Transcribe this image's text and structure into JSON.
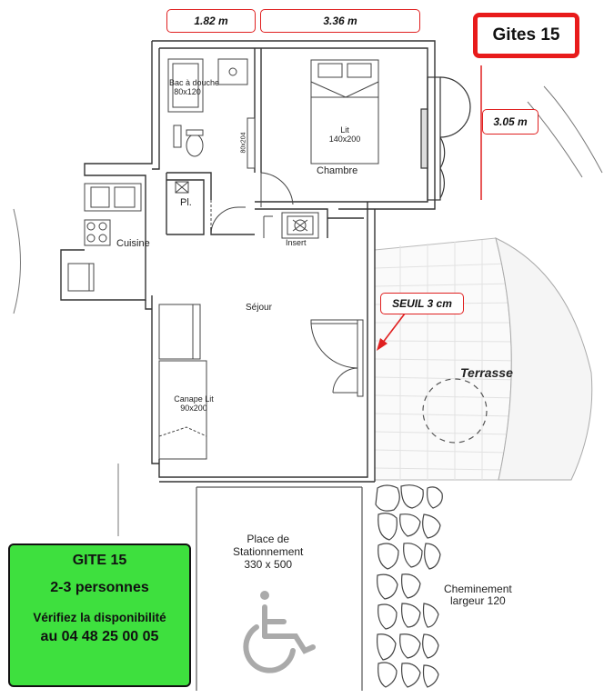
{
  "title": "Gites 15",
  "dimensions": {
    "width_a": "1.82 m",
    "width_b": "3.36 m",
    "depth": "3.05 m",
    "threshold": "SEUIL  3 cm"
  },
  "rooms": {
    "shower": "Bac à douche",
    "shower_size": "80x120",
    "bed": "Lit",
    "bed_size": "140x200",
    "bedroom": "Chambre",
    "door_size": "80x204",
    "wc": "Pl.",
    "kitchen": "Cuisine",
    "insert": "Insert",
    "living": "Séjour",
    "sofa": "Canape Lit",
    "sofa_size": "90x200",
    "terrace": "Terrasse"
  },
  "parking": {
    "line1": "Place de",
    "line2": "Stationnement",
    "size": "330 x 500"
  },
  "path": {
    "line1": "Cheminement",
    "line2": "largeur 120"
  },
  "info": {
    "name": "GITE 15",
    "capacity": "2-3 personnes",
    "cta": "Vérifiez la disponibilité",
    "phone": "au 04 48 25 00 05"
  },
  "colors": {
    "wall": "#333333",
    "dimension_border": "#e02020",
    "title_border": "#e81b1b",
    "info_bg": "#3ee03e"
  },
  "icons": [
    "wheelchair-accessibility-icon",
    "threshold-arrow-icon"
  ]
}
